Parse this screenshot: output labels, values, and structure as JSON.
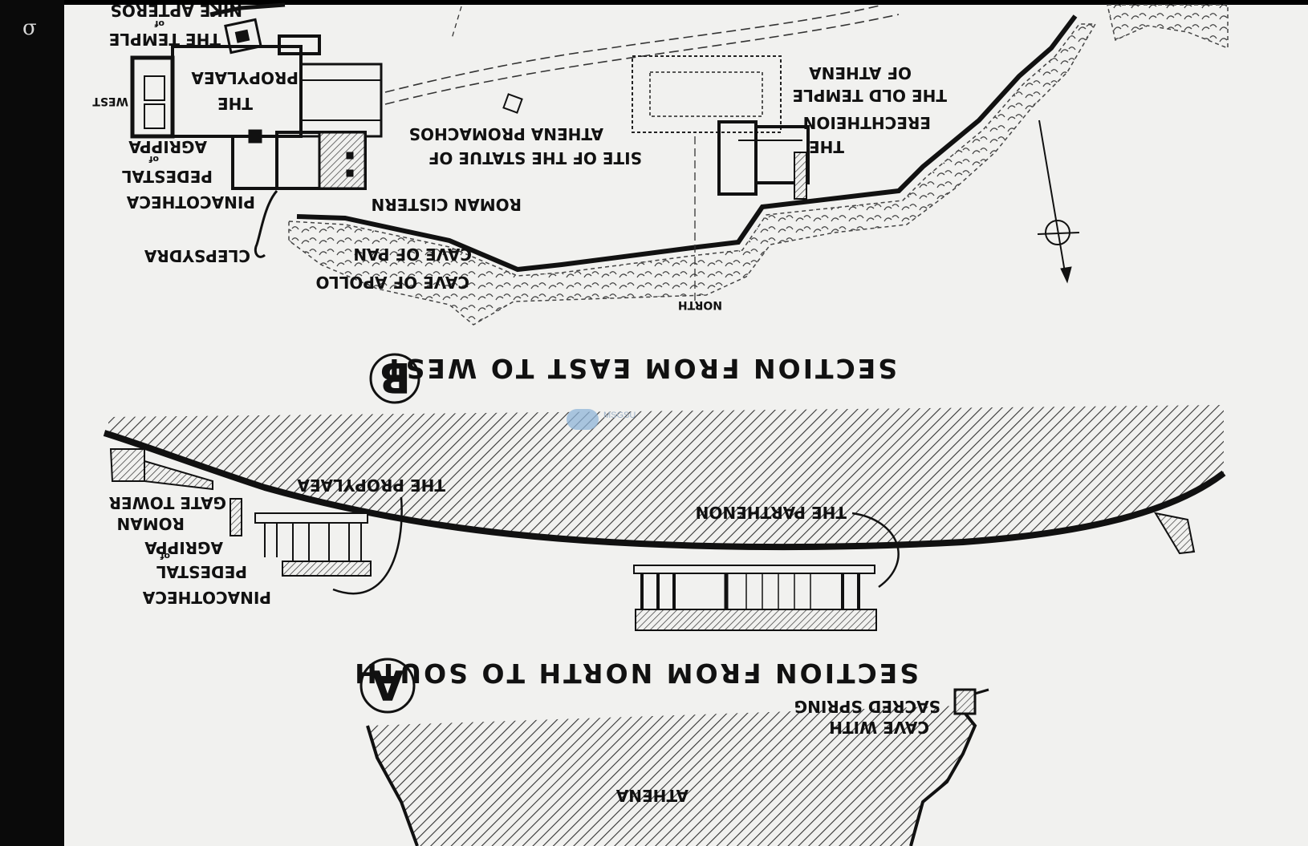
{
  "film_mark": "σ",
  "watermark": "MSGSU",
  "plan": {
    "nike_apteros": "NIKE APTEROS",
    "the_temple_of": "THE TEMPLE",
    "temple_of_sup": "of",
    "propylaea": "PROPYLAEA",
    "the": "THE",
    "west": "WEST",
    "agrippa": "AGRIPPA",
    "pedestal": "PEDESTAL",
    "pedestal_of": "of",
    "pinacotheca": "PINACOTHECA",
    "roman_cistern": "ROMAN CISTERN",
    "clepsydra": "CLEPSYDRA",
    "cave_of_pan": "CAVE OF PAN",
    "cave_of_apollo": "CAVE OF APOLLO",
    "athena_promachos": "ATHENA PROMACHOS",
    "site_of_statue": "SITE OF THE STATUE OF",
    "of_athena": "OF ATHENA",
    "old_temple": "THE OLD TEMPLE",
    "erechtheion": "ERECHTHEION",
    "erechtheion_the": "THE",
    "north": "NORTH"
  },
  "section_b": {
    "letter": "B",
    "title": "SECTION FROM EAST TO WEST",
    "propylaea": "THE PROPYLAEA",
    "gate_tower": "GATE TOWER",
    "roman": "ROMAN",
    "agrippa": "AGRIPPA",
    "pedestal": "PEDESTAL",
    "pedestal_of": "of",
    "pinacotheca": "PINACOTHECA",
    "parthenon": "THE PARTHENON"
  },
  "section_a": {
    "letter": "A",
    "title": "SECTION FROM NORTH TO SOUTH",
    "cave_with": "CAVE WITH",
    "sacred_spring": "SACRED SPRING",
    "athena": "ATHENA"
  }
}
